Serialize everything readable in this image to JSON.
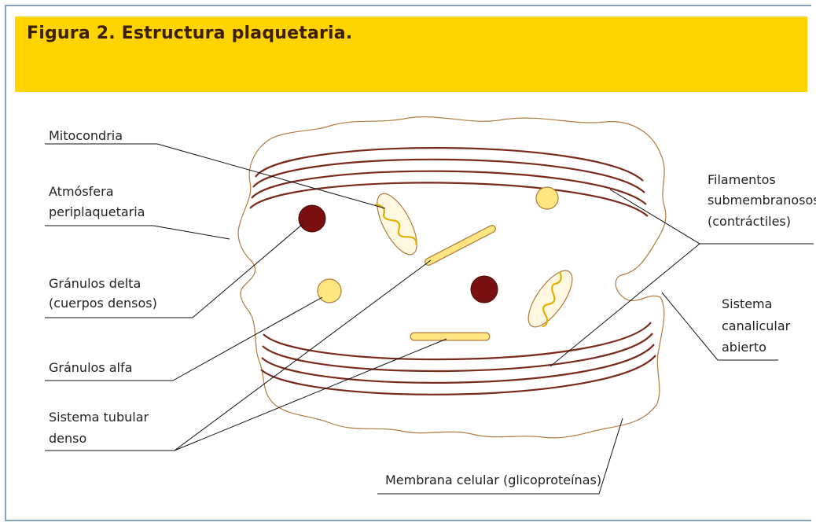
{
  "figure": {
    "title": "Figura 2. Estructura plaquetaria."
  },
  "labels": {
    "mitocondria": "Mitocondria",
    "atmosfera_1": "Atmósfera",
    "atmosfera_2": "periplaquetaria",
    "delta_1": "Gránulos delta",
    "delta_2": "(cuerpos densos)",
    "alfa": "Gránulos alfa",
    "tubular_1": "Sistema tubular",
    "tubular_2": "denso",
    "filamentos_1": "Filamentos",
    "filamentos_2": "submembranosos",
    "filamentos_3": "(contráctiles)",
    "canalicular_1": "Sistema",
    "canalicular_2": "canalicular",
    "canalicular_3": "abierto",
    "membrana": "Membrana celular (glicoproteínas)"
  },
  "colors": {
    "banner": "#ffd400",
    "filament": "#7a2a1a",
    "delta_granule": "#7a0f0f",
    "alpha_granule": "#ffe680",
    "outline": "#b07a40"
  }
}
